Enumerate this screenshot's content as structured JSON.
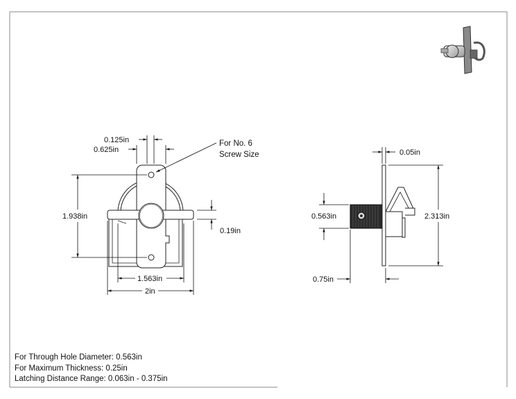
{
  "dimensions": {
    "front": {
      "slot_width": "0.125in",
      "plate_width": "0.625in",
      "height": "1.938in",
      "handle_thickness": "0.19in",
      "spread": "1.563in",
      "overall_width": "2in"
    },
    "side": {
      "plate_thickness": "0.05in",
      "knob_diameter": "0.563in",
      "height": "2.313in",
      "depth": "0.75in"
    }
  },
  "callout": {
    "line1": "For No. 6",
    "line2": "Screw Size"
  },
  "specs": [
    "For Through Hole Diameter: 0.563in",
    "For Maximum Thickness: 0.25in",
    "Latching Distance Range: 0.063in - 0.375in"
  ]
}
